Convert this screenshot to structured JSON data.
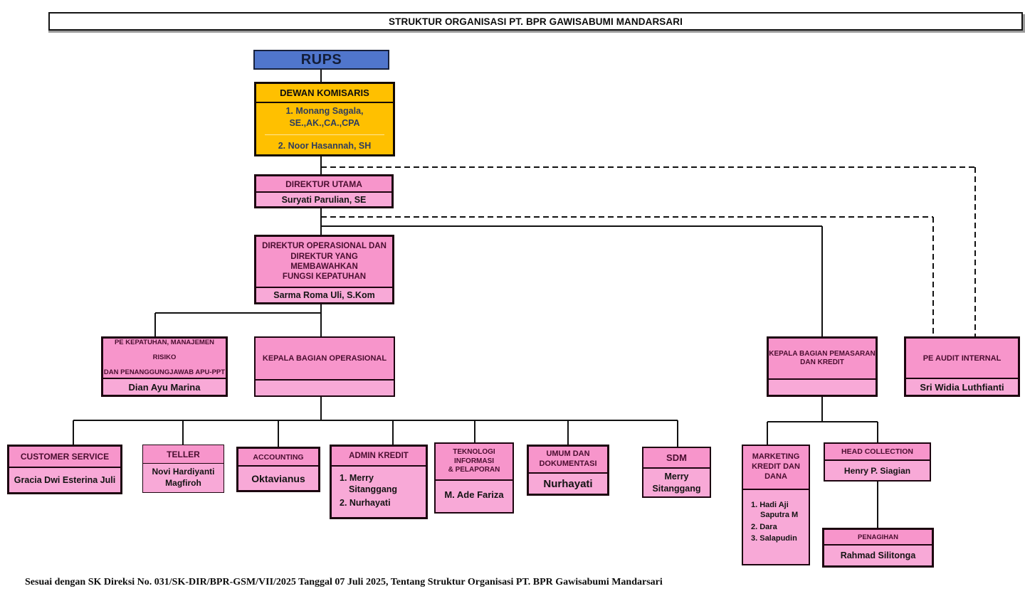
{
  "colors": {
    "rups_blue": "#5076cc",
    "komisaris_gold": "#ffc000",
    "pink_title": "#f795cb",
    "pink_name": "#f8a9d7",
    "line": "#111111"
  },
  "header": {
    "title": "STRUKTUR ORGANISASI PT. BPR GAWISABUMI MANDARSARI"
  },
  "footer": {
    "note": "Sesuai dengan SK Direksi No. 031/SK-DIR/BPR-GSM/VII/2025 Tanggal 07 Juli 2025, Tentang Struktur Organisasi PT. BPR Gawisabumi Mandarsari"
  },
  "boxes": {
    "rups": {
      "title": "RUPS"
    },
    "dewan_komisaris": {
      "title": "DEWAN KOMISARIS",
      "members": [
        "1. Monang Sagala, SE.,AK.,CA.,CPA",
        "2. Noor Hasannah, SH"
      ]
    },
    "direktur_utama": {
      "title": "DIREKTUR UTAMA",
      "name": "Suryati Parulian, SE"
    },
    "direktur_operasional": {
      "title_lines": [
        "DIREKTUR OPERASIONAL DAN",
        "DIREKTUR YANG MEMBAWAHKAN",
        "FUNGSI KEPATUHAN"
      ],
      "name": "Sarma Roma Uli, S.Kom"
    },
    "pe_kepatuhan": {
      "title_lines": [
        "PE KEPATUHAN, MANAJEMEN RISIKO",
        "DAN PENANGGUNGJAWAB APU-PPT"
      ],
      "name": "Dian Ayu Marina"
    },
    "kepala_bagian_operasional": {
      "title": "KEPALA BAGIAN OPERASIONAL",
      "name": ""
    },
    "kepala_bagian_pemasaran": {
      "title_lines": [
        "KEPALA BAGIAN PEMASARAN",
        "DAN KREDIT"
      ],
      "name": ""
    },
    "pe_audit_internal": {
      "title": "PE AUDIT INTERNAL",
      "name": "Sri Widia Luthfianti"
    },
    "customer_service": {
      "title": "CUSTOMER SERVICE",
      "name": "Gracia Dwi Esterina Juli"
    },
    "teller": {
      "title": "TELLER",
      "name": "Novi Hardiyanti Magfiroh"
    },
    "accounting": {
      "title": "ACCOUNTING",
      "name": "Oktavianus"
    },
    "admin_kredit": {
      "title": "ADMIN KREDIT",
      "names": [
        "1. Merry Sitanggang",
        "2. Nurhayati"
      ]
    },
    "teknologi": {
      "title_lines": [
        "TEKNOLOGI",
        "INFORMASI",
        "& PELAPORAN"
      ],
      "name": "M. Ade Fariza"
    },
    "umum": {
      "title_lines": [
        "UMUM DAN",
        "DOKUMENTASI"
      ],
      "name": "Nurhayati"
    },
    "sdm": {
      "title": "SDM",
      "name": "Merry Sitanggang"
    },
    "marketing": {
      "title_lines": [
        "MARKETING",
        "KREDIT DAN",
        "DANA"
      ],
      "names": [
        "1. Hadi Aji Saputra M",
        "2. Dara",
        "3. Salapudin"
      ]
    },
    "head_collection": {
      "title": "HEAD COLLECTION",
      "name": "Henry P. Siagian"
    },
    "penagihan": {
      "title": "PENAGIHAN",
      "name": "Rahmad Silitonga"
    }
  }
}
